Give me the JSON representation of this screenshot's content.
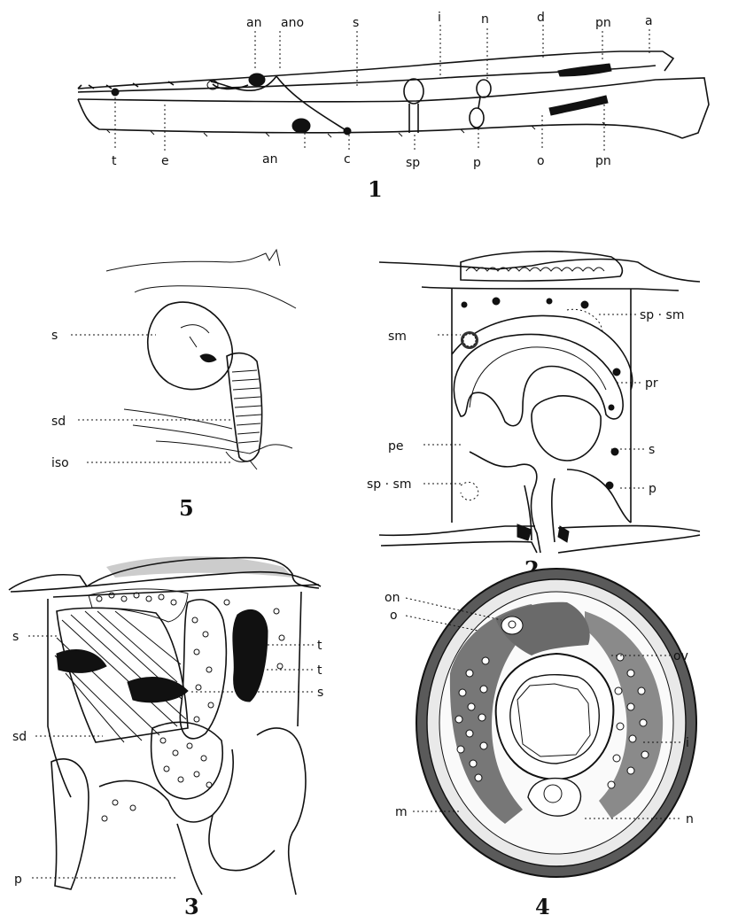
{
  "figures": [
    {
      "number": "1",
      "labels": [
        "an",
        "ano",
        "s",
        "i",
        "n",
        "d",
        "pn",
        "a",
        "t",
        "e",
        "an",
        "c",
        "sp",
        "p",
        "o",
        "pn"
      ]
    },
    {
      "number": "5",
      "labels": [
        "s",
        "sd",
        "iso"
      ]
    },
    {
      "number": "2",
      "labels": [
        "sp · sm",
        "sm",
        "pr",
        "pe",
        "s",
        "sp · sm",
        "p"
      ]
    },
    {
      "number": "3",
      "labels": [
        "s",
        "t",
        "t",
        "s",
        "sd",
        "p"
      ]
    },
    {
      "number": "4",
      "labels": [
        "on",
        "o",
        "ov",
        "i",
        "m",
        "n"
      ]
    }
  ]
}
